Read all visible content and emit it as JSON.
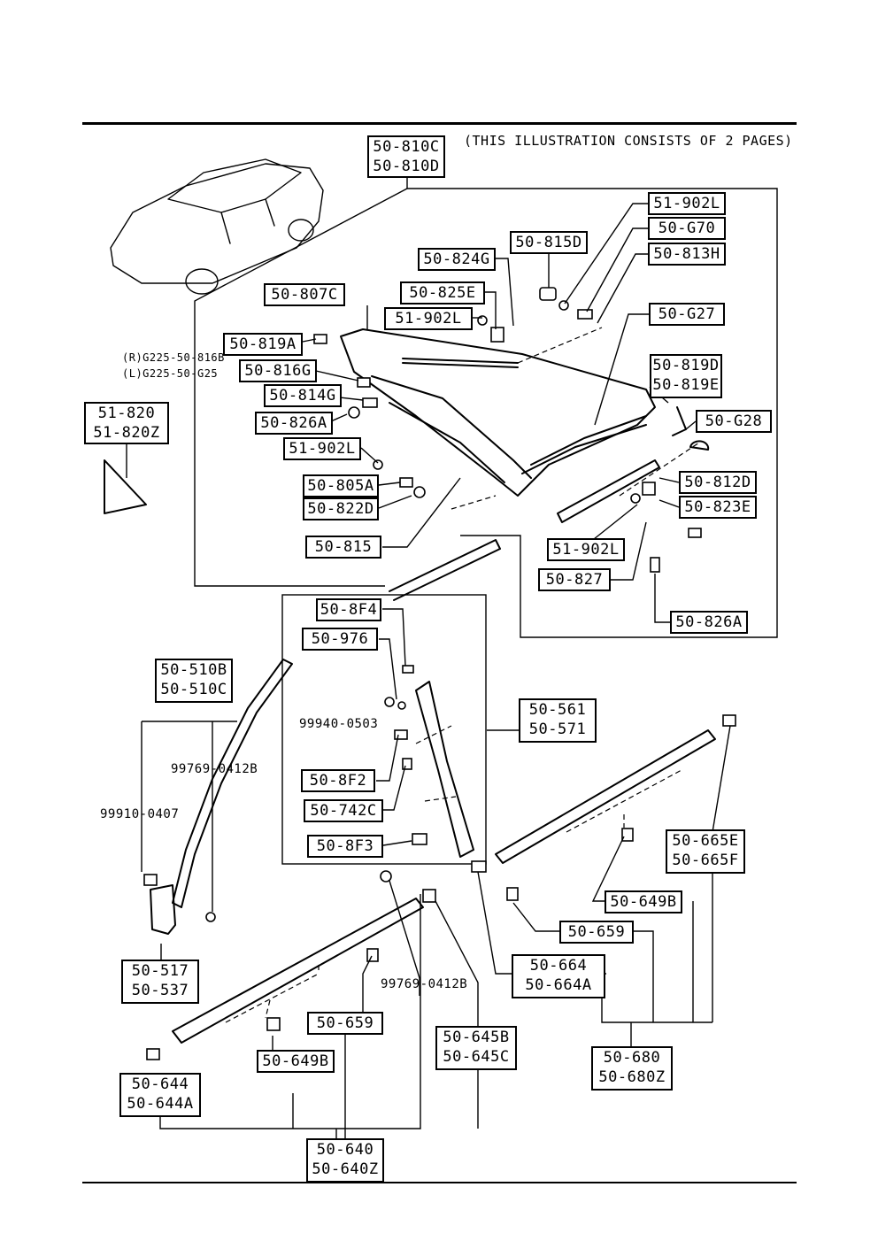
{
  "header_note": "(THIS ILLUSTRATION CONSISTS OF  2 PAGES)",
  "side_note_r": "(R)G225-50-816B",
  "side_note_l": "(L)G225-50-G25",
  "labels": {
    "l_50_810": [
      "50-810C",
      "50-810D"
    ],
    "l_51_902L_a": [
      "51-902L"
    ],
    "l_50_G70": [
      "50-G70"
    ],
    "l_50_813H": [
      "50-813H"
    ],
    "l_50_815D": [
      "50-815D"
    ],
    "l_50_824G": [
      "50-824G"
    ],
    "l_50_825E": [
      "50-825E"
    ],
    "l_51_902L_b": [
      "51-902L"
    ],
    "l_50_807C": [
      "50-807C"
    ],
    "l_50_G27": [
      "50-G27"
    ],
    "l_50_819A": [
      "50-819A"
    ],
    "l_50_816G": [
      "50-816G"
    ],
    "l_50_814G": [
      "50-814G"
    ],
    "l_50_819D": [
      "50-819D",
      "50-819E"
    ],
    "l_50_826A_a": [
      "50-826A"
    ],
    "l_50_G28": [
      "50-G28"
    ],
    "l_51_820": [
      "51-820",
      "51-820Z"
    ],
    "l_51_902L_c": [
      "51-902L"
    ],
    "l_50_805A": [
      "50-805A"
    ],
    "l_50_822D": [
      "50-822D"
    ],
    "l_50_812D": [
      "50-812D"
    ],
    "l_50_823E": [
      "50-823E"
    ],
    "l_50_815": [
      "50-815"
    ],
    "l_51_902L_d": [
      "51-902L"
    ],
    "l_50_827": [
      "50-827"
    ],
    "l_50_8F4": [
      "50-8F4"
    ],
    "l_50_826A_b": [
      "50-826A"
    ],
    "l_50_976": [
      "50-976"
    ],
    "l_50_510": [
      "50-510B",
      "50-510C"
    ],
    "l_50_561": [
      "50-561",
      "50-571"
    ],
    "l_50_8F2": [
      "50-8F2"
    ],
    "l_50_742C": [
      "50-742C"
    ],
    "l_50_8F3": [
      "50-8F3"
    ],
    "l_50_665": [
      "50-665E",
      "50-665F"
    ],
    "l_50_649B_a": [
      "50-649B"
    ],
    "l_50_659_a": [
      "50-659"
    ],
    "l_50_517": [
      "50-517",
      "50-537"
    ],
    "l_50_664": [
      "50-664",
      "50-664A"
    ],
    "l_50_659_b": [
      "50-659"
    ],
    "l_50_645": [
      "50-645B",
      "50-645C"
    ],
    "l_50_649B_b": [
      "50-649B"
    ],
    "l_50_680": [
      "50-680",
      "50-680Z"
    ],
    "l_50_644": [
      "50-644",
      "50-644A"
    ],
    "l_50_640": [
      "50-640",
      "50-640Z"
    ]
  },
  "plain_labels": {
    "p_99940": "99940-0503",
    "p_99769_a": "99769-0412B",
    "p_99910": "99910-0407",
    "p_99769_b": "99769-0412B"
  }
}
